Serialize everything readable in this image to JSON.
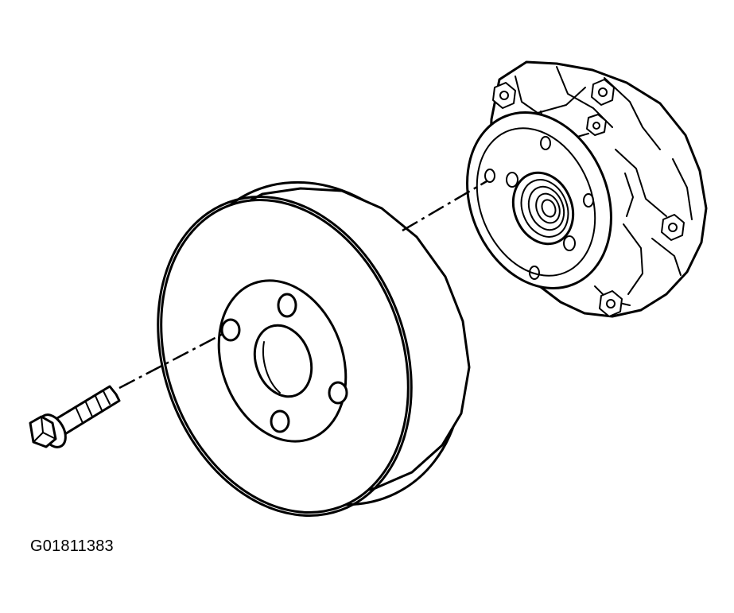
{
  "figure": {
    "id_label": "G01811383"
  },
  "parts": [
    {
      "name": "bolt"
    },
    {
      "name": "pulley"
    },
    {
      "name": "hub"
    }
  ]
}
